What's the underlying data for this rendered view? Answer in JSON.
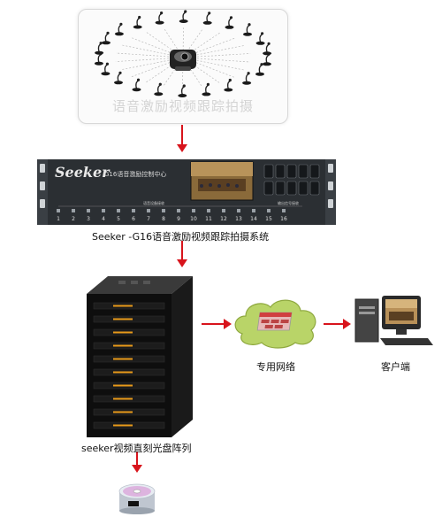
{
  "mic_panel": {
    "caption": "语音激励视频跟踪拍摄"
  },
  "controller": {
    "brand": "Seeker",
    "model_text": "G16语音激励控制中心",
    "left_group_label": "语音设备接收",
    "right_group_label": "输出信号接收",
    "port_numbers": [
      "1",
      "2",
      "3",
      "4",
      "5",
      "6",
      "7",
      "8",
      "9",
      "10",
      "11",
      "12",
      "13",
      "14",
      "15",
      "16"
    ],
    "caption": "Seeker -G16语音激励视频跟踪拍摄系统"
  },
  "network": {
    "caption": "专用网络"
  },
  "client": {
    "caption": "客户端"
  },
  "disc_array": {
    "caption": "seeker视频直刻光盘阵列"
  },
  "colors": {
    "arrow": "#d8141c",
    "panel_border": "#d8d8d8",
    "caption_gray": "#d4d4d4"
  }
}
